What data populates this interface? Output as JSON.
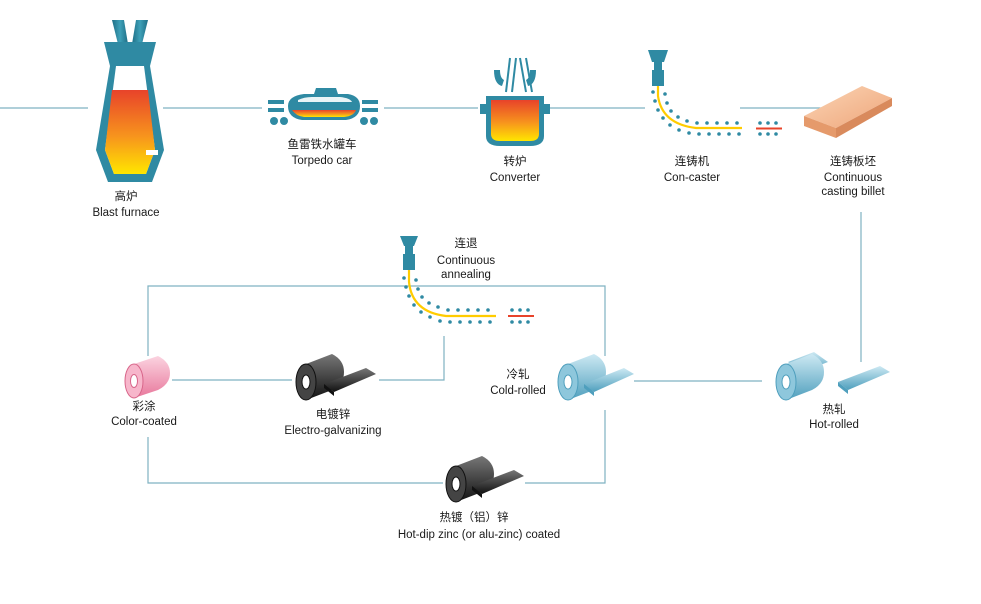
{
  "colors": {
    "line": "#7fb2c2",
    "teal": "#2f8aa3",
    "molten_red": "#e8432a",
    "molten_yellow": "#ffd200",
    "billet": "#f3b88f",
    "pink": "#f09bb6",
    "dark_coil": "#2b2b2b",
    "blue_coil": "#6fb5cf"
  },
  "nodes": {
    "blast_furnace": {
      "cn": "高炉",
      "en": "Blast furnace",
      "icon": "blast-furnace-icon"
    },
    "torpedo_car": {
      "cn": "鱼雷铁水罐车",
      "en": "Torpedo car",
      "icon": "torpedo-car-icon"
    },
    "converter": {
      "cn": "转炉",
      "en": "Converter",
      "icon": "converter-icon"
    },
    "con_caster": {
      "cn": "连铸机",
      "en": "Con-caster",
      "icon": "caster-icon"
    },
    "billet": {
      "cn": "连铸板坯",
      "en1": "Continuous",
      "en2": "casting billet",
      "icon": "billet-slab-icon"
    },
    "annealing": {
      "cn": "连退",
      "en1": "Continuous",
      "en2": "annealing",
      "icon": "annealing-line-icon"
    },
    "hot_rolled": {
      "cn": "热轧",
      "en": "Hot-rolled",
      "icon": "hot-rolled-coil-icon"
    },
    "cold_rolled": {
      "cn": "冷轧",
      "en": "Cold-rolled",
      "icon": "cold-rolled-coil-icon"
    },
    "electro_galv": {
      "cn": "电镀锌",
      "en": "Electro-galvanizing",
      "icon": "electro-galvanized-coil-icon"
    },
    "color_coated": {
      "cn": "彩涂",
      "en": "Color-coated",
      "icon": "color-coated-coil-icon"
    },
    "hot_dip": {
      "cn": "热镀（铝）锌",
      "en": "Hot-dip zinc (or alu-zinc) coated",
      "icon": "hot-dip-coil-icon"
    }
  }
}
